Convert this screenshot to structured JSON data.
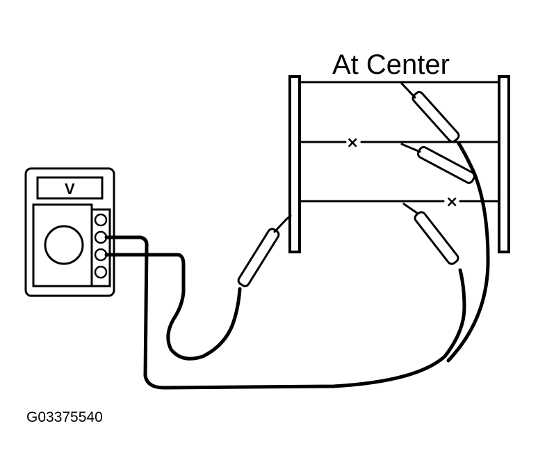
{
  "diagram": {
    "title": "At Center",
    "figure_code": "G03375540",
    "meter": {
      "display": "V"
    },
    "break_marks": [
      "×",
      "×"
    ]
  }
}
